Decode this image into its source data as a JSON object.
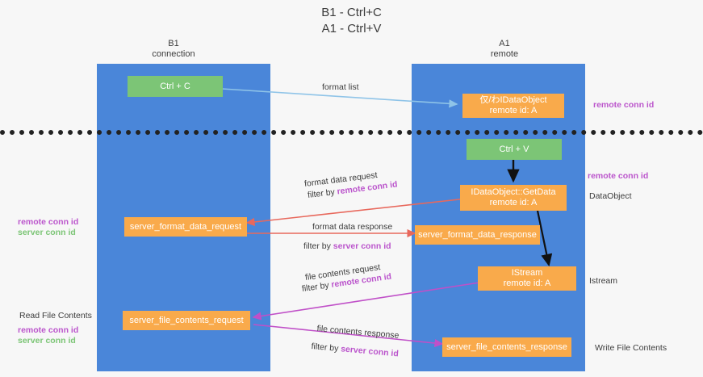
{
  "title": {
    "line1": "B1 - Ctrl+C",
    "line2": "A1 - Ctrl+V"
  },
  "lanes": [
    {
      "id": "b1",
      "title": "B1",
      "subtitle": "connection",
      "color": "#4a86d9"
    },
    {
      "id": "a1",
      "title": "A1",
      "subtitle": "remote",
      "color": "#4a86d9"
    }
  ],
  "boxes": {
    "ctrl_c": "Ctrl + C",
    "ctrl_v": "Ctrl + V",
    "idataobject": {
      "line1": "仅/わIDataObject",
      "line2": "remote id: A"
    },
    "getdata": {
      "line1": "IDataObject::GetData",
      "line2": "remote id: A"
    },
    "istream": {
      "line1": "IStream",
      "line2": "remote id: A"
    },
    "server_format_data_request": "server_format_data_request",
    "server_format_data_response": "server_format_data_response",
    "server_file_contents_request": "server_file_contents_request",
    "server_file_contents_response": "server_file_contents_response"
  },
  "edge_labels": {
    "format_list": "format list",
    "format_data_request": "format data request",
    "format_data_request_filter_prefix": "filter by ",
    "format_data_request_filter_key": "remote conn id",
    "format_data_response": "format data response",
    "format_data_response_filter_prefix": "filter by ",
    "format_data_response_filter_key": "server conn id",
    "file_contents_request": "file contents request",
    "file_contents_request_filter_prefix": "filter by ",
    "file_contents_request_filter_key": "remote conn id",
    "file_contents_response": "file contents response",
    "file_contents_response_filter_prefix": "filter by ",
    "file_contents_response_filter_key": "server conn id"
  },
  "side_labels": {
    "right_remote_conn_id_top": "remote conn id",
    "right_remote_conn_id_mid": "remote conn id",
    "right_dataobject": "DataObject",
    "right_istream": "Istream",
    "right_write_file_contents": "Write File Contents",
    "left_remote_conn_id": "remote conn id",
    "left_server_conn_id": "server conn id",
    "left_read_file_contents": "Read File Contents",
    "left_remote_conn_id_2": "remote conn id",
    "left_server_conn_id_2": "server conn id"
  },
  "colors": {
    "lane": "#4a86d9",
    "green_box": "#7cc576",
    "orange_box": "#f9aa4b",
    "purple_key": "#bb55cc",
    "green_key": "#7cc576",
    "arrow_blue": "#8fc4e8",
    "arrow_red": "#e8685c",
    "arrow_magenta": "#c050c8",
    "arrow_black": "#111111",
    "divider": "#222222"
  }
}
